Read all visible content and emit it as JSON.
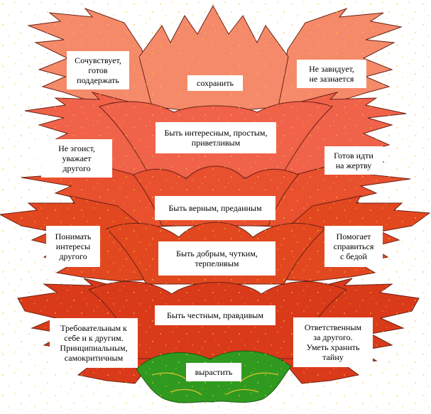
{
  "colors": {
    "top_petals": "#f58a6a",
    "tier1_petals": "#f0624a",
    "tier2_petals": "#e8502e",
    "tier3_petals": "#e2481f",
    "tier4_petals": "#d93a1a",
    "outline": "#6b2015",
    "leaves": "#2f9a1f",
    "sparkle": "#f5c531",
    "label_bg": "#ffffff"
  },
  "labels": {
    "top_center": "сохранить",
    "top_left": "Сочувствует,\nготов\nподдержать",
    "top_right": "Не завидует,\nне зазнается",
    "tier1_center": "Быть интересным, простым,\nприветливым",
    "tier1_left": "Не эгоист,\nуважает\nдругого",
    "tier1_right": "Готов идти\nна жертву",
    "tier2_center": "Быть верным, преданным",
    "tier3_center": "Быть добрым, чутким,\nтерпеливым",
    "tier3_left": "Понимать\nинтересы\nдругого",
    "tier3_right": "Помогает\nсправиться\nс бедой",
    "tier4_center": "Быть честным, правдивым",
    "tier4_left": "Требовательным к\nсебе и к другим.\nПринципиальным,\nсамокритичным",
    "tier4_right": "Ответственным\nза другого.\nУметь хранить\nтайну",
    "base": "вырастить"
  }
}
